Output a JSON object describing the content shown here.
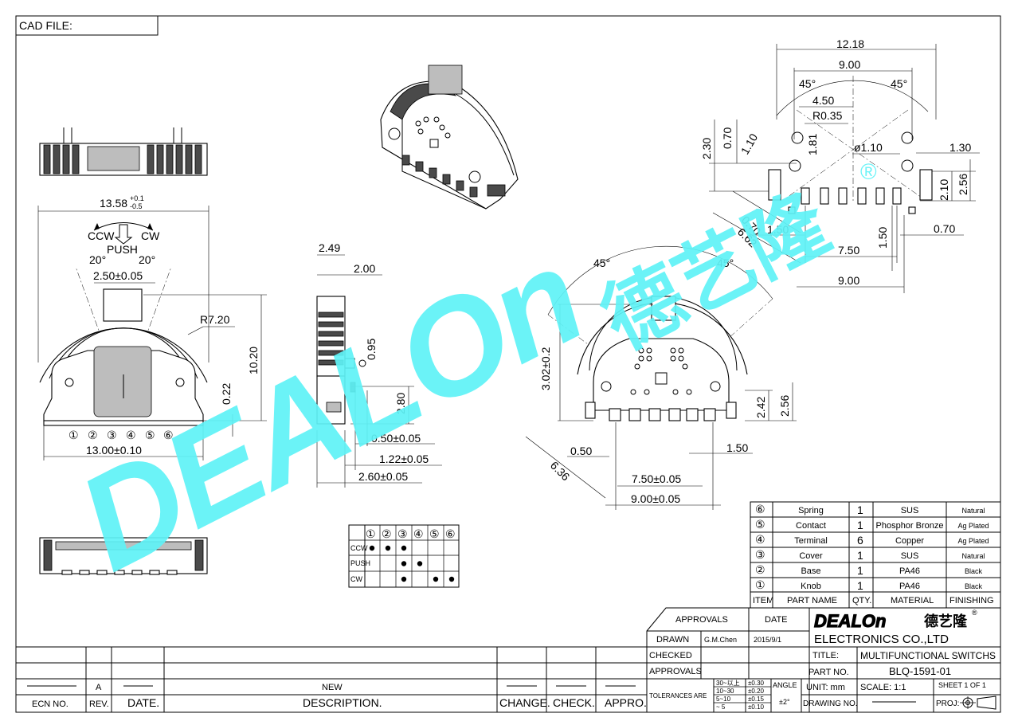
{
  "cad_file_label": "CAD  FILE:",
  "top_view": {
    "width_label": "13.58",
    "width_tol_upper": "+0.1",
    "width_tol_lower": "-0.5",
    "ccw": "CCW",
    "cw": "CW",
    "push": "PUSH",
    "angle_left": "20°",
    "angle_right": "20°",
    "knob_width": "2.50±0.05",
    "radius": "R7.20",
    "height": "10.20",
    "offset": "0.22",
    "base_width": "13.00±0.10",
    "terminals": [
      "①",
      "②",
      "③",
      "④",
      "⑤",
      "⑥"
    ]
  },
  "side_view": {
    "top": "2.49",
    "inner": "2.00",
    "a": "0.95",
    "b": "2.80",
    "c": "0.50±0.05",
    "d": "1.22±0.05",
    "e": "2.60±0.05"
  },
  "front_view": {
    "angle_left": "45°",
    "angle_right": "45°",
    "height": "3.02±0.2",
    "r": "6.36",
    "a": "0.50",
    "b": "1.50",
    "c": "2.42",
    "d": "2.56",
    "pitch": "7.50±0.05",
    "span": "9.00±0.05"
  },
  "pcb_layout": {
    "w1": "12.18",
    "w2": "9.00",
    "angle_left": "45°",
    "angle_right": "45°",
    "half": "4.50",
    "radius": "R0.35",
    "h1": "2.30",
    "h2": "0.70",
    "h3": "1.10",
    "h4": "1.81",
    "hole": "ø1.10",
    "pad": "1.30",
    "pad_h1": "2.56",
    "pad_h2": "2.10",
    "diag1": "0.70",
    "diag2": "6.62",
    "p1": "1.50",
    "p2": "1.50",
    "p3": "0.70",
    "pitch": "7.50",
    "span": "9.00"
  },
  "watermark": {
    "brand": "DEALOn",
    "cn": "德艺隆",
    "reg": "®"
  },
  "truth_table": {
    "headers": [
      "①",
      "②",
      "③",
      "④",
      "⑤",
      "⑥"
    ],
    "rows": [
      {
        "label": "CCW",
        "dots": [
          1,
          1,
          1,
          0,
          0,
          0
        ]
      },
      {
        "label": "PUSH",
        "dots": [
          0,
          0,
          1,
          1,
          0,
          0
        ]
      },
      {
        "label": "CW",
        "dots": [
          0,
          0,
          1,
          0,
          1,
          1
        ]
      }
    ]
  },
  "bom": {
    "rows": [
      {
        "item": "⑥",
        "name": "Spring",
        "qty": "1",
        "material": "SUS",
        "finishing": "Natural"
      },
      {
        "item": "⑤",
        "name": "Contact",
        "qty": "1",
        "material": "Phosphor Bronze",
        "finishing": "Ag Plated"
      },
      {
        "item": "④",
        "name": "Terminal",
        "qty": "6",
        "material": "Copper",
        "finishing": "Ag Plated"
      },
      {
        "item": "③",
        "name": "Cover",
        "qty": "1",
        "material": "SUS",
        "finishing": "Natural"
      },
      {
        "item": "②",
        "name": "Base",
        "qty": "1",
        "material": "PA46",
        "finishing": "Black"
      },
      {
        "item": "①",
        "name": "Knob",
        "qty": "1",
        "material": "PA46",
        "finishing": "Black"
      }
    ],
    "headers": {
      "item": "ITEM",
      "name": "PART NAME",
      "qty": "QTY.",
      "material": "MATERIAL",
      "finishing": "FINISHING"
    }
  },
  "title_block": {
    "approvals": "APPROVALS",
    "date": "DATE",
    "drawn": "DRAWN",
    "drawn_by": "G.M.Chen",
    "drawn_date": "2015/9/1",
    "checked": "CHECKED",
    "approvals2": "APPROVALS",
    "company_logo": "DEALOn",
    "company_cn": "德艺隆",
    "company_name": "ELECTRONICS  CO.,LTD",
    "title_label": "TITLE:",
    "title": "MULTIFUNCTIONAL SWITCHS",
    "part_no_label": "PART  NO.",
    "part_no": "BLQ-1591-01",
    "tolerances": "TOLERANCES  ARE",
    "tol_rows": [
      {
        "range": "30~以上",
        "value": "±0.30"
      },
      {
        "range": "10~30",
        "value": "±0.20"
      },
      {
        "range": "5~10",
        "value": "±0.15"
      },
      {
        "range": "~ 5",
        "value": "±0.10"
      }
    ],
    "angle": "ANGLE",
    "angle_tol": "±2°",
    "unit": "UNIT:  mm",
    "scale": "SCALE:   1:1",
    "sheet": "SHEET   1  OF  1",
    "drawing_no": "DRAWING  NO.",
    "proj": "PROJ:"
  },
  "revision_block": {
    "rev": "A",
    "description": "NEW",
    "headers": [
      "ECN  NO.",
      "REV.",
      "DATE.",
      "DESCRIPTION.",
      "CHANGE.",
      "CHECK.",
      "APPRO."
    ]
  }
}
